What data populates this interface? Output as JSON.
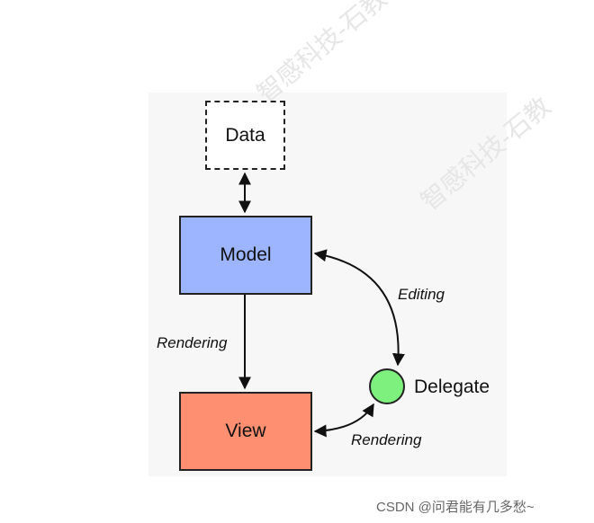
{
  "diagram": {
    "nodes": {
      "data": "Data",
      "model": "Model",
      "view": "View",
      "delegate": "Delegate"
    },
    "edges": {
      "model_to_view": "Rendering",
      "model_delegate": "Editing",
      "delegate_to_view": "Rendering"
    }
  },
  "watermark": {
    "caption": "CSDN @问君能有几多愁~",
    "background_text": "智感科技-石教"
  },
  "colors": {
    "model_fill": "#9db4ff",
    "view_fill": "#ff8f70",
    "delegate_fill": "#7df07d"
  }
}
